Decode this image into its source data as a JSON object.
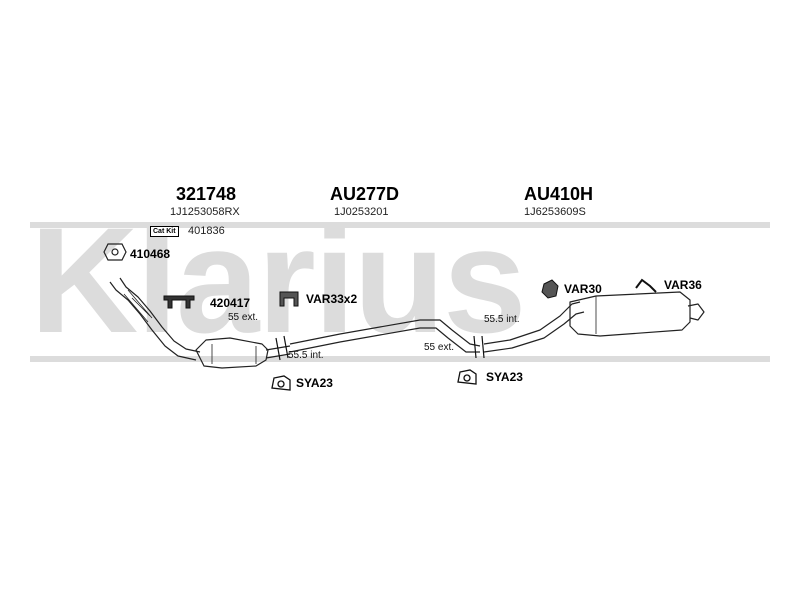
{
  "watermark": {
    "text": "Klarius"
  },
  "groups": [
    {
      "part": "321748",
      "oem": "1J1253058RX"
    },
    {
      "part": "AU277D",
      "oem": "1J0253201"
    },
    {
      "part": "AU410H",
      "oem": "1J6253609S"
    }
  ],
  "catkit": {
    "badge": "Cat Kit",
    "code": "401836"
  },
  "accessories": {
    "gasket": "410468",
    "flange": "420417",
    "hanger_var33": "VAR33x2",
    "hanger_var30": "VAR30",
    "hanger_var36": "VAR36",
    "clamp_left": "SYA23",
    "clamp_right": "SYA23"
  },
  "joints": {
    "left_ext": "55 ext.",
    "left_int": "55.5 int.",
    "right_int": "55.5 int.",
    "right_ext": "55 ext."
  },
  "colors": {
    "watermark": "#dcdcdc",
    "line": "#222222"
  }
}
